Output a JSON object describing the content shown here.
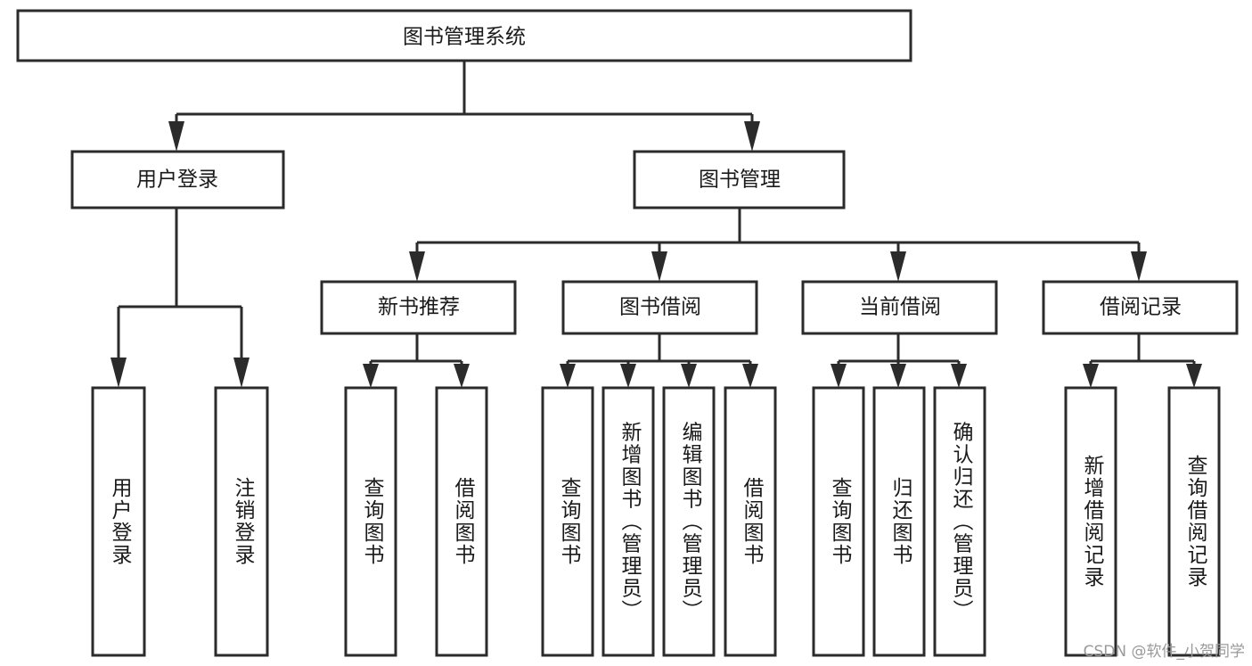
{
  "diagram": {
    "type": "hierarchy-tree",
    "title": "图书管理系统",
    "watermark": "CSDN @软件_小贺同学",
    "colors": {
      "stroke": "#2b2b2b",
      "fill": "#ffffff",
      "text": "#1a1a1a",
      "watermark": "#9a9a9a"
    },
    "levels": {
      "root": {
        "label": "图书管理系统"
      },
      "level2": [
        {
          "label": "用户登录"
        },
        {
          "label": "图书管理"
        }
      ],
      "level3": [
        {
          "label": "新书推荐"
        },
        {
          "label": "图书借阅"
        },
        {
          "label": "当前借阅"
        },
        {
          "label": "借阅记录"
        }
      ],
      "leaves": {
        "user_login": [
          {
            "label": "用户登录"
          },
          {
            "label": "注销登录"
          }
        ],
        "new_book_recommend": [
          {
            "label": "查询图书"
          },
          {
            "label": "借阅图书"
          }
        ],
        "book_borrow": [
          {
            "label": "查询图书"
          },
          {
            "label": "新增图书（管理员）"
          },
          {
            "label": "编辑图书（管理员）"
          },
          {
            "label": "借阅图书"
          }
        ],
        "current_borrow": [
          {
            "label": "查询图书"
          },
          {
            "label": "归还图书"
          },
          {
            "label": "确认归还（管理员）"
          }
        ],
        "borrow_record": [
          {
            "label": "新增借阅记录"
          },
          {
            "label": "查询借阅记录"
          }
        ]
      }
    }
  }
}
